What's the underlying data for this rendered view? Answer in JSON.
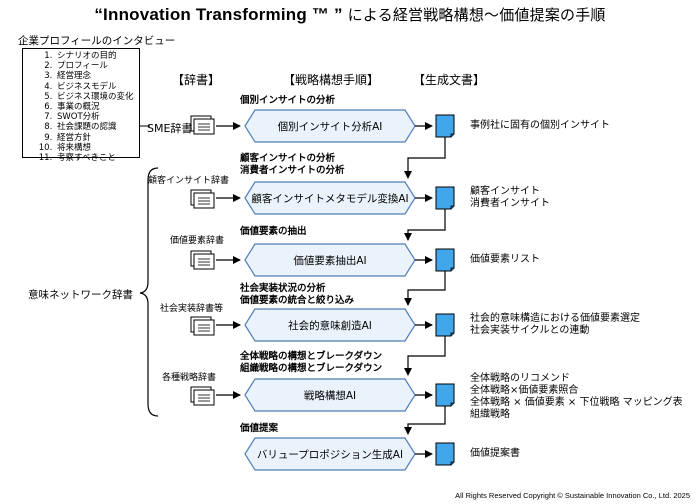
{
  "title": {
    "prefix": "“Innovation Transforming ™ ”",
    "suffix": "による経営戦略構想～価値提案の手順"
  },
  "interview": {
    "label": "企業プロフィールのインタビュー",
    "items": [
      "シナリオの目的",
      "プロフィール",
      "経営理念",
      "ビジネスモデル",
      "ビジネス環境の変化",
      "事業の概況",
      "SWOT分析",
      "社会課題の認識",
      "経営方針",
      "将来構想",
      "考察すべきこと"
    ]
  },
  "columns": {
    "dictionary": "【辞書】",
    "procedure": "【戦略構想手順】",
    "output": "【生成文書】"
  },
  "sme_dictionary": "SME辞書",
  "meaning_network": "意味ネットワーク辞書",
  "dictionaries": [
    "顧客インサイト辞書",
    "価値要素辞書",
    "社会実装辞書等",
    "各種戦略辞書"
  ],
  "steps": [
    {
      "heading": [
        "個別インサイトの分析"
      ],
      "process": "個別インサイト分析AI",
      "output": [
        "事例社に固有の個別インサイト"
      ]
    },
    {
      "heading": [
        "顧客インサイトの分析",
        "消費者インサイトの分析"
      ],
      "process": "顧客インサイトメタモデル変換AI",
      "output": [
        "顧客インサイト",
        "消費者インサイト"
      ]
    },
    {
      "heading": [
        "価値要素の抽出"
      ],
      "process": "価値要素抽出AI",
      "output": [
        "価値要素リスト"
      ]
    },
    {
      "heading": [
        "社会実装状況の分析",
        "価値要素の統合と絞り込み"
      ],
      "process": "社会的意味創造AI",
      "output": [
        "社会的意味構造における価値要素選定",
        "社会実装サイクルとの連動"
      ]
    },
    {
      "heading": [
        "全体戦略の構想とブレークダウン",
        "組織戦略の構想とブレークダウン"
      ],
      "process": "戦略構想AI",
      "output": [
        "全体戦略のリコメンド",
        "全体戦略×価値要素照合",
        "全体戦略 × 価値要素 × 下位戦略 マッピング表",
        "組織戦略"
      ]
    },
    {
      "heading": [
        "価値提案"
      ],
      "process": "バリュープロポジション生成AI",
      "output": [
        "価値提案書"
      ]
    }
  ],
  "copyright": "All Rights Reserved Copyright © Sustainable Innovation Co., Ltd. 2025",
  "colors": {
    "process_fill": "#eaf3fb",
    "process_stroke": "#4e7fb5",
    "doc_fill": "#41a6ea"
  }
}
